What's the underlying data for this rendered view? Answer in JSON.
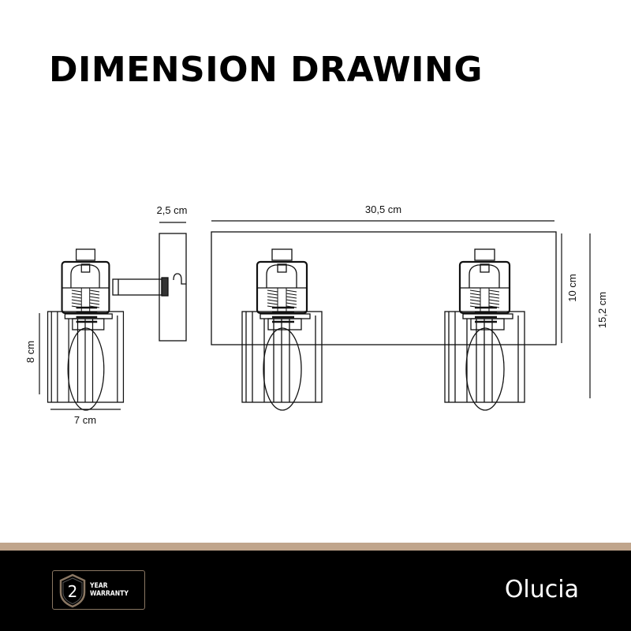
{
  "title": "DIMENSION DRAWING",
  "dimensions": {
    "depth_wallplate": "2,5 cm",
    "total_width": "30,5 cm",
    "plate_height": "10 cm",
    "total_height": "15,2 cm",
    "shade_height": "8 cm",
    "shade_width": "7 cm"
  },
  "footer": {
    "warranty_number": "2",
    "warranty_line1": "YEAR",
    "warranty_line2": "WARRANTY",
    "brand": "Olucia"
  },
  "colors": {
    "accent_band": "#c0a58c",
    "footer_bg": "#000000",
    "badge_border": "#8a7763"
  }
}
